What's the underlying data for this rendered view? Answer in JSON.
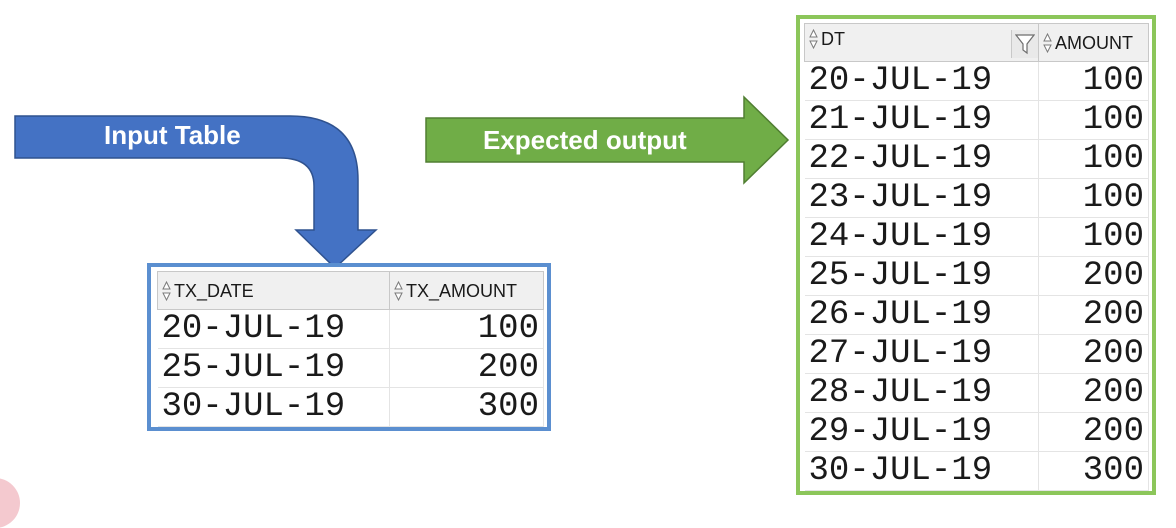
{
  "arrows": {
    "input_label": "Input Table",
    "output_label": "Expected output",
    "input_color": "#4472c4",
    "output_color": "#70ad47"
  },
  "input_table": {
    "border_color": "#5b8fd0",
    "columns": [
      "TX_DATE",
      "TX_AMOUNT"
    ],
    "rows": [
      [
        "20-JUL-19",
        "100"
      ],
      [
        "25-JUL-19",
        "200"
      ],
      [
        "30-JUL-19",
        "300"
      ]
    ]
  },
  "output_table": {
    "border_color": "#8cc65a",
    "columns": [
      "DT",
      "AMOUNT"
    ],
    "rows": [
      [
        "20-JUL-19",
        "100"
      ],
      [
        "21-JUL-19",
        "100"
      ],
      [
        "22-JUL-19",
        "100"
      ],
      [
        "23-JUL-19",
        "100"
      ],
      [
        "24-JUL-19",
        "100"
      ],
      [
        "25-JUL-19",
        "200"
      ],
      [
        "26-JUL-19",
        "200"
      ],
      [
        "27-JUL-19",
        "200"
      ],
      [
        "28-JUL-19",
        "200"
      ],
      [
        "29-JUL-19",
        "200"
      ],
      [
        "30-JUL-19",
        "300"
      ]
    ],
    "icons": [
      "sort-icon",
      "filter-icon"
    ]
  }
}
